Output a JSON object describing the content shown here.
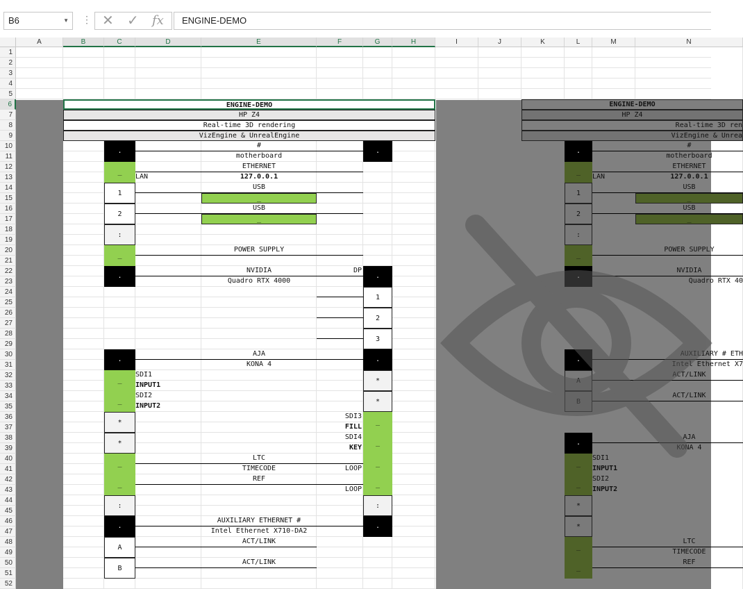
{
  "formula_bar": {
    "name_box": "B6",
    "formula": "ENGINE-DEMO",
    "cancel_icon": "x-icon",
    "enter_icon": "check-icon",
    "fx_label": "fx"
  },
  "columns": [
    "A",
    "B",
    "C",
    "D",
    "E",
    "F",
    "G",
    "H",
    "I",
    "J",
    "K",
    "L",
    "M",
    "N"
  ],
  "rows": [
    "1",
    "2",
    "3",
    "4",
    "5",
    "6",
    "7",
    "8",
    "9",
    "10",
    "11",
    "12",
    "13",
    "14",
    "15",
    "16",
    "17",
    "18",
    "19",
    "20",
    "21",
    "22",
    "23",
    "24",
    "25",
    "26",
    "27",
    "28",
    "29",
    "30",
    "31",
    "32",
    "33",
    "34",
    "35",
    "36",
    "37",
    "38",
    "39",
    "40",
    "41",
    "42",
    "43",
    "44",
    "45",
    "46",
    "47",
    "48",
    "49",
    "50",
    "51",
    "52"
  ],
  "left": {
    "title": "ENGINE-DEMO",
    "model": "HP Z4",
    "purpose": "Real-time 3D rendering",
    "software": "VizEngine & UnrealEngine",
    "mb_hash": "#",
    "mb_name": "motherboard",
    "dot": ".",
    "dash": "_",
    "colon": ":",
    "star": "*",
    "eth": "ETHERNET",
    "lan": "LAN",
    "ip": "127.0.0.1",
    "usb1_port": "1",
    "usb1": "USB",
    "usb2_port": "2",
    "usb2": "USB",
    "psu": "POWER SUPPLY",
    "gpu_vendor": "NVIDIA",
    "dp": "DP",
    "gpu_model": "Quadro RTX 4000",
    "dp1": "1",
    "dp2": "2",
    "dp3": "3",
    "aja": "AJA",
    "kona": "KONA 4",
    "sdi1": "SDI1",
    "input1": "INPUT1",
    "sdi2": "SDI2",
    "input2": "INPUT2",
    "sdi3": "SDI3",
    "fill": "FILL",
    "sdi4": "SDI4",
    "key": "KEY",
    "ltc": "LTC",
    "timecode": "TIMECODE",
    "loop": "LOOP",
    "ref": "REF",
    "aux": "AUXILIARY ETHERNET #",
    "nic": "Intel Ethernet X710-DA2",
    "actlink": "ACT/LINK",
    "port_a": "A",
    "port_b": "B"
  },
  "right": {
    "title": "ENGINE-DEMO",
    "model": "HP Z4",
    "purpose": "Real-time 3D ren",
    "software": "VizEngine & Unrea",
    "mb_hash": "#",
    "mb_name": "motherboard",
    "eth": "ETHERNET",
    "lan": "LAN",
    "ip": "127.0.0.1",
    "usb1_port": "1",
    "usb1": "USB",
    "usb2_port": "2",
    "usb2": "USB",
    "psu": "POWER SUPPLY",
    "gpu_vendor": "NVIDIA",
    "gpu_model": "Quadro RTX 40",
    "aux": "AUXILIARY # ETH",
    "nic": "Intel Ethernet X7",
    "actlink": "ACT/LINK",
    "port_a": "A",
    "port_b": "B",
    "aja": "AJA",
    "kona": "KONA 4",
    "sdi1": "SDI1",
    "input1": "INPUT1",
    "sdi2": "SDI2",
    "input2": "INPUT2",
    "ltc": "LTC",
    "timecode": "TIMECODE",
    "ref": "REF",
    "dot": ".",
    "dash": "_",
    "colon": ":",
    "star": "*"
  },
  "watermark_icon": "eye-slash-icon"
}
